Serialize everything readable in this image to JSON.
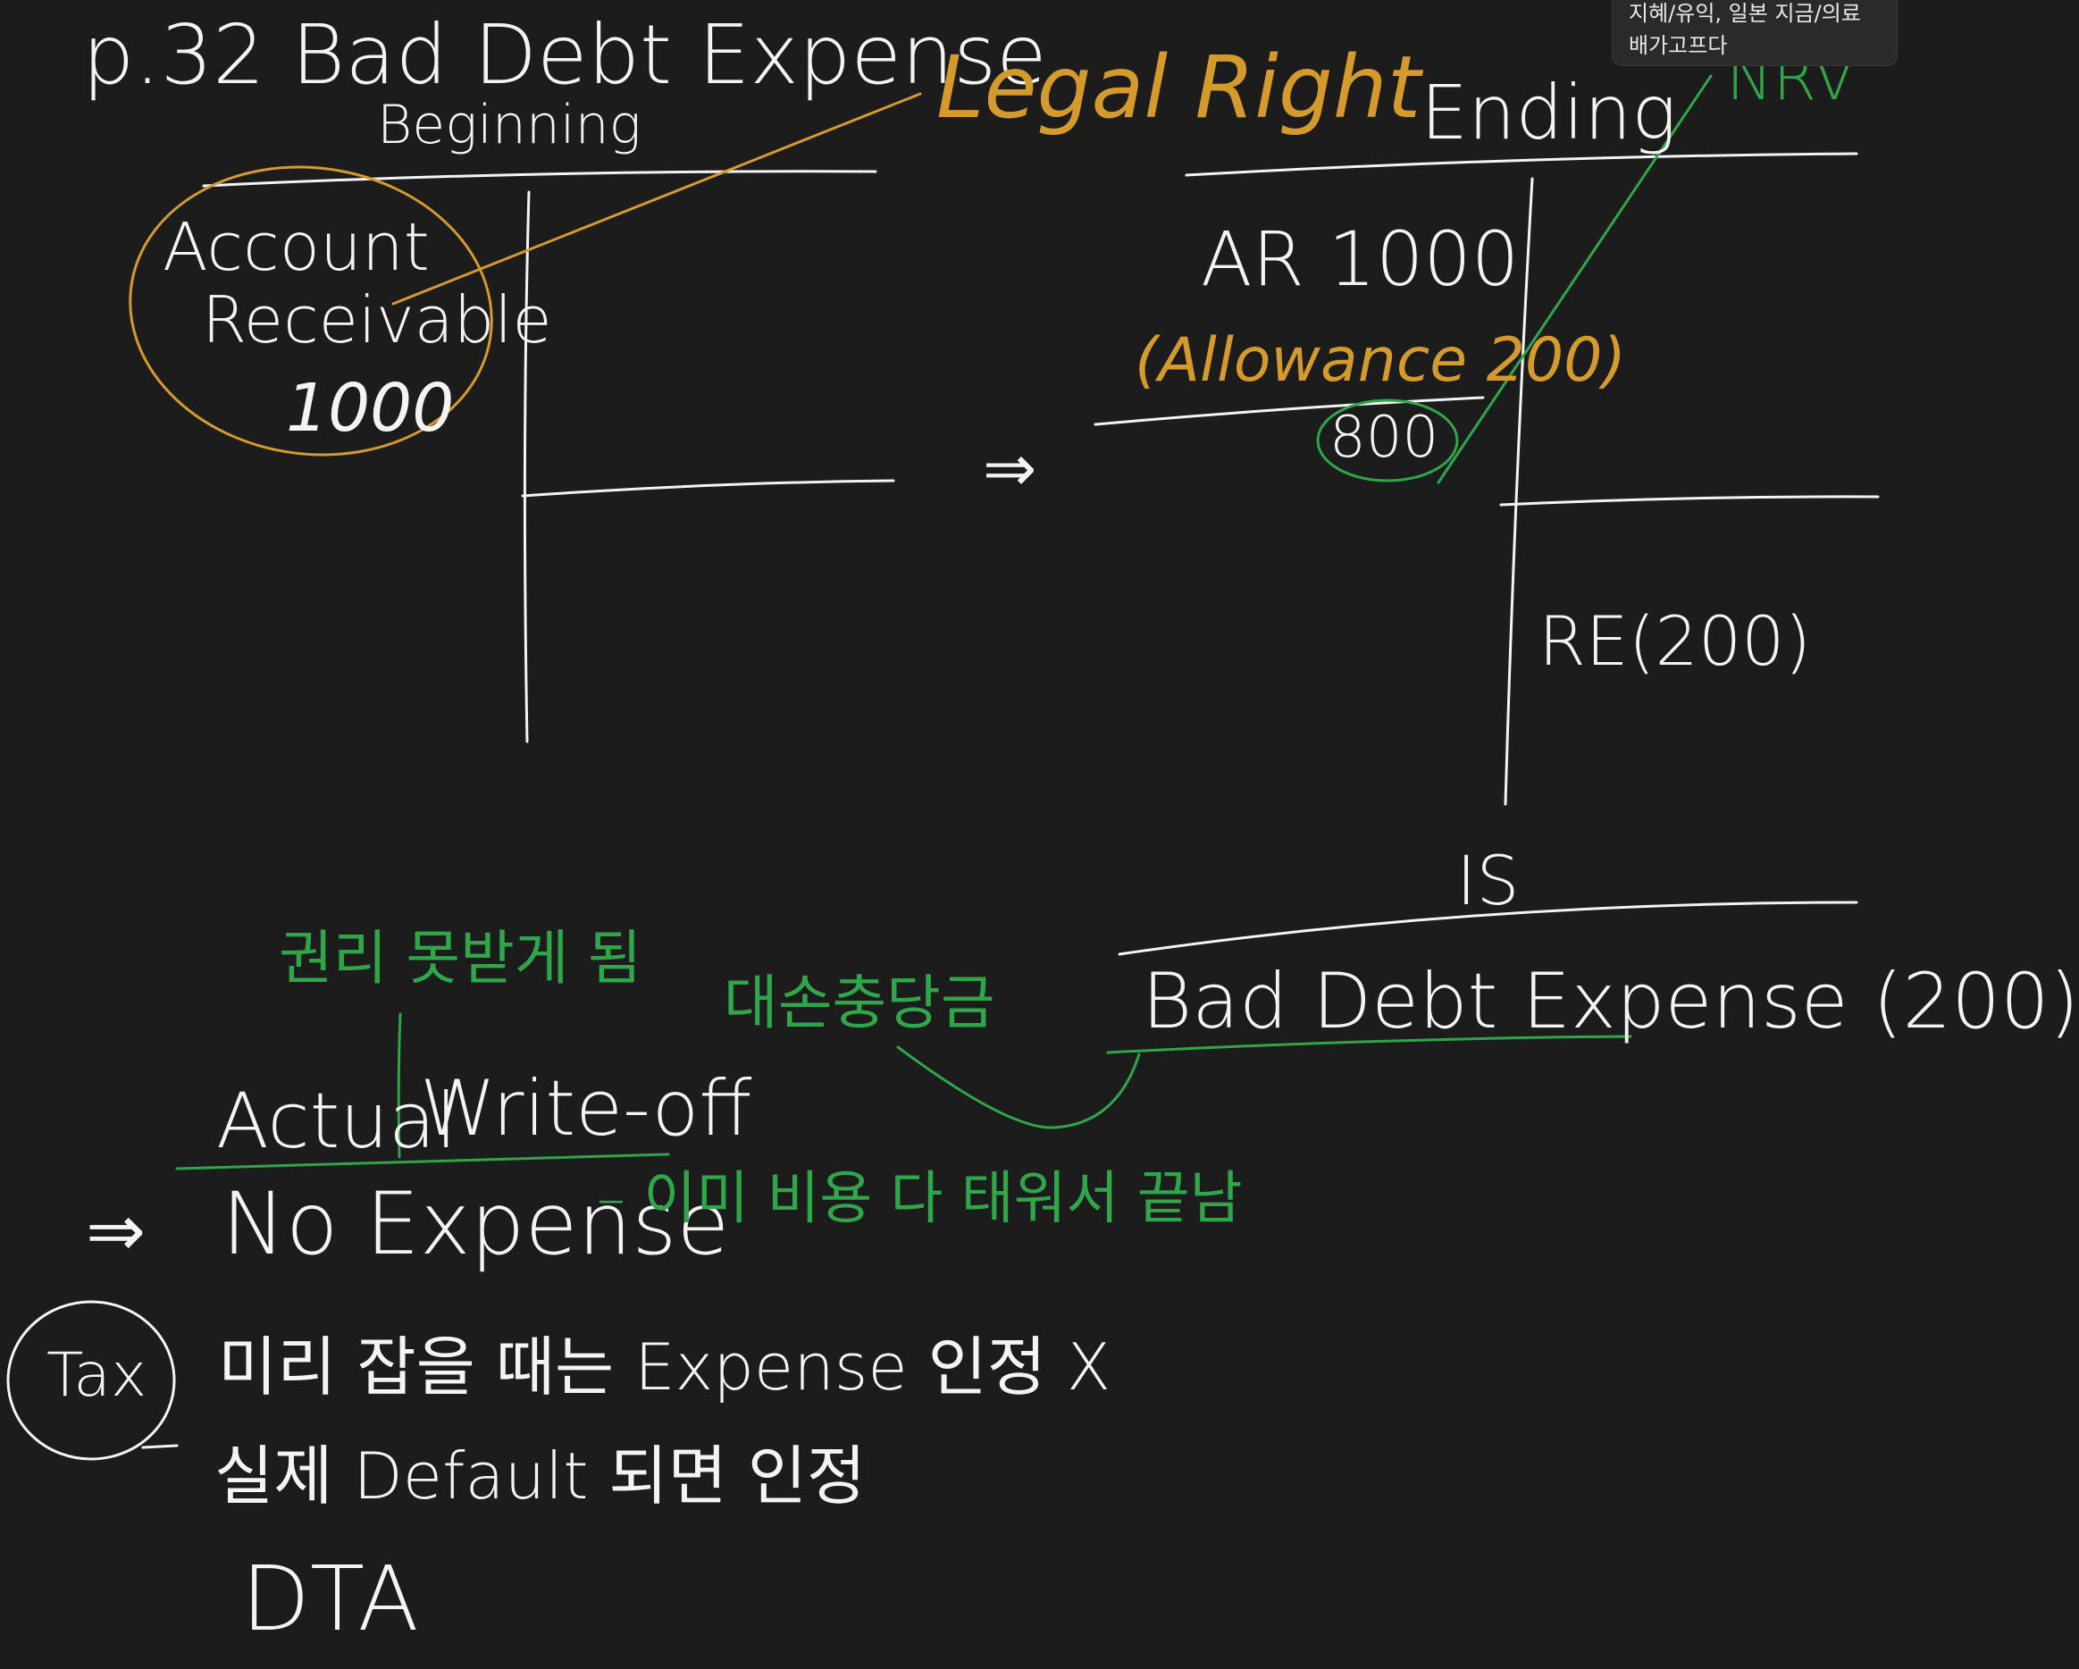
{
  "page": {
    "title": "p.32 Bad Debt Expense"
  },
  "notification": {
    "line1": "지혜/유익, 일본 지금/의료",
    "line2": "배가고프다"
  },
  "beginning": {
    "heading": "Beginning",
    "account_line1": "Account",
    "account_line2": "Receivable",
    "amount": "1000"
  },
  "annotations": {
    "legal_right": "Legal Right",
    "nrv": "NRV",
    "arrow": "⇒"
  },
  "ending": {
    "heading": "Ending",
    "ar": "AR 1000",
    "allowance": "(Allowance 200)",
    "net": "800",
    "re": "RE(200)"
  },
  "income_statement": {
    "heading": "IS",
    "bad_debt": "Bad Debt Expense (200)"
  },
  "notes": {
    "korean_rights": "권리 못받게 됨",
    "korean_allowance": "대손충당금",
    "actual": "Actual",
    "write_off": "Write-off",
    "no_expense_arrow": "⇒",
    "no_expense": "No Expense",
    "korean_expense_done": "– 이미 비용 다 태워서 끝남",
    "tax": "Tax",
    "tax_line1": "미리 잡을 때는 Expense 인정 X",
    "tax_line2": "실제 Default 되면 인정",
    "dta": "DTA"
  },
  "colors": {
    "background": "#1c1c1c",
    "ink_white": "#f4f4f4",
    "ink_orange": "#d49a2c",
    "ink_green": "#2fa64a"
  }
}
